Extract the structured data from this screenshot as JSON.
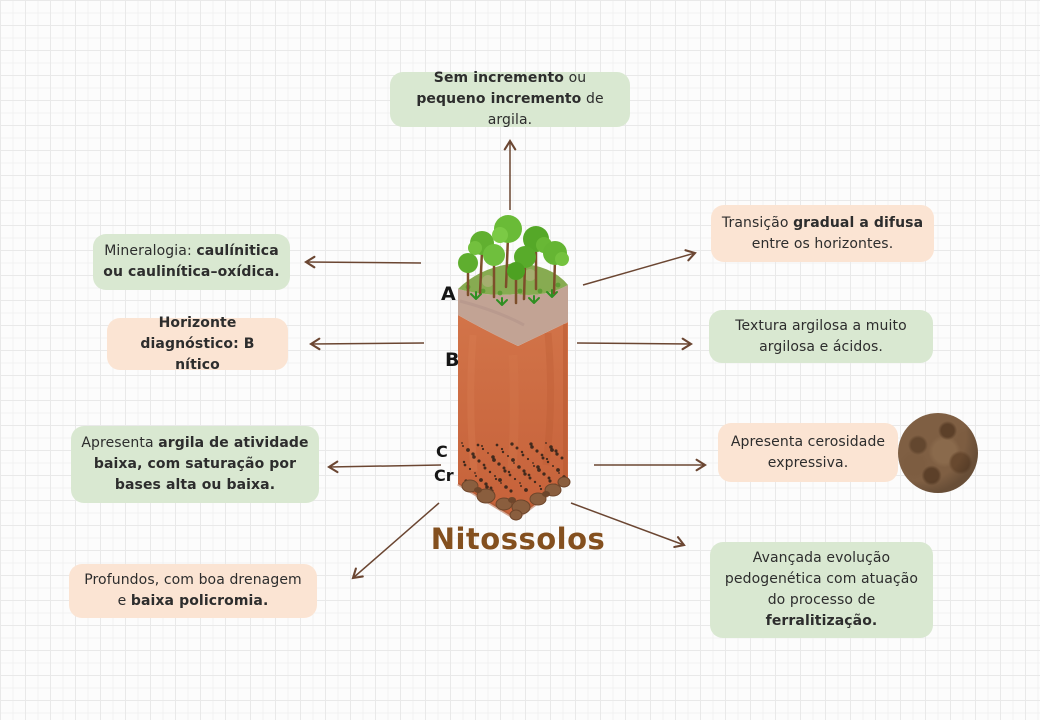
{
  "title": "Nitossolos",
  "palette": {
    "box_green": "#d9e8d1",
    "box_peach": "#fbe4d3",
    "arrow_brown": "#6b4632",
    "title_brown": "#84501f",
    "text_dark": "#2d2d2d"
  },
  "soil_profile": {
    "horizon_labels": [
      "A",
      "B",
      "C",
      "Cr"
    ]
  },
  "icons": {
    "soil_photo": "soil-texture-circle-photo",
    "soil_column": "soil-profile-with-forest-illustration"
  },
  "boxes": {
    "sem_incremento": [
      {
        "text": "Sem incremento",
        "bold": true
      },
      {
        "text": " ou ",
        "bold": false
      },
      {
        "text": "pequeno incremento",
        "bold": true
      },
      {
        "text": " de argila.",
        "bold": false
      }
    ],
    "mineralogia": [
      {
        "text": "Mineralogia: ",
        "bold": false
      },
      {
        "text": "caulínitica ou caulinítica–oxídica.",
        "bold": true
      }
    ],
    "horizonte": [
      {
        "text": "Horizonte diagnóstico: B nítico",
        "bold": true
      }
    ],
    "argila": [
      {
        "text": "Apresenta ",
        "bold": false
      },
      {
        "text": "argila de atividade baixa, com saturação por bases alta ou baixa.",
        "bold": true
      }
    ],
    "profundos": [
      {
        "text": "Profundos, com boa drenagem e ",
        "bold": false
      },
      {
        "text": "baixa policromia.",
        "bold": true
      }
    ],
    "transicao": [
      {
        "text": "Transição ",
        "bold": false
      },
      {
        "text": "gradual a difusa",
        "bold": true
      },
      {
        "text": " entre os horizontes.",
        "bold": false
      }
    ],
    "textura": [
      {
        "text": "Textura argilosa a muito argilosa e ácidos.",
        "bold": false
      }
    ],
    "cerosidade": [
      {
        "text": "Apresenta cerosidade expressiva.",
        "bold": false
      }
    ],
    "avancada": [
      {
        "text": "Avançada evolução pedogenética com atuação do processo de ",
        "bold": false
      },
      {
        "text": "ferralitização.",
        "bold": true
      }
    ]
  }
}
